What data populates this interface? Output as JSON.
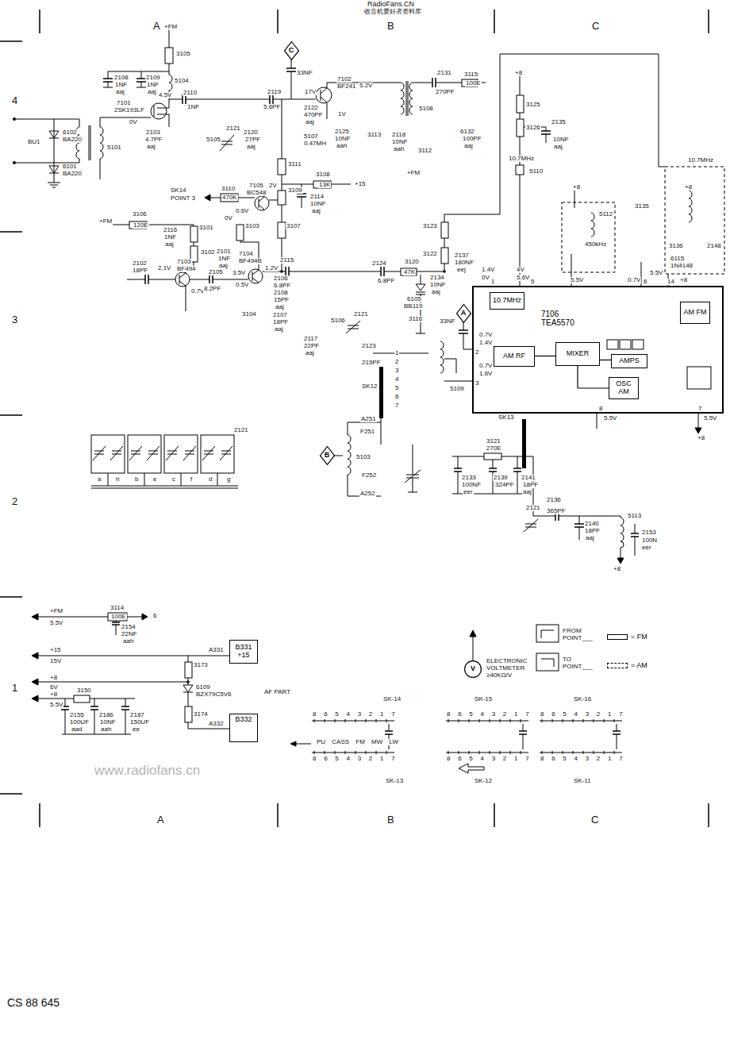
{
  "diagram": {
    "nodes": [
      {
        "text": [
          "C"
        ]
      },
      {
        "text": [
          "7106",
          "TEA5570"
        ]
      },
      {
        "text": [
          "10.7MHz"
        ],
        "in": 1
      },
      {
        "text": [
          "AM FM"
        ],
        "in": 1
      },
      {
        "text": [
          "A"
        ]
      },
      {
        "text": [
          "AM RF"
        ],
        "in": 1
      },
      {
        "text": [
          "MIXER"
        ],
        "in": 1
      },
      {
        "text": [
          "AMPS"
        ],
        "in": 1
      },
      {
        "text": [
          "OSC AM"
        ],
        "in": 1
      },
      {
        "text": [
          "B"
        ]
      },
      {
        "text": [
          "V"
        ]
      },
      {
        "text": [
          "B331",
          "+15"
        ]
      },
      {
        "text": [
          "B332"
        ]
      }
    ],
    "edges": [
      {
        "from": 5,
        "to": 6,
        "arrow": "none"
      },
      {
        "from": 6,
        "to": 7,
        "arrow": "none"
      },
      {
        "from": 8,
        "to": 6,
        "arrow": "none"
      }
    ],
    "labels": [
      "RadioFans.CN",
      "收音机爱好者资料库",
      "A",
      "B",
      "C",
      "4",
      "3",
      "2",
      "1",
      "A",
      "B",
      "C",
      "CS 88 645",
      "www.radiofans.cn",
      "+FM",
      "3105",
      "2108",
      "1NF",
      "aaj",
      "2109",
      "1NF",
      "aaj",
      "5104",
      "7101",
      "2SK193LF",
      "4.5V",
      "2110",
      "1NF",
      "0V",
      "2103",
      "4.7PF",
      "aaj",
      "5101",
      "5105",
      "2121",
      "2120",
      "27PF",
      "aaj",
      "BU1",
      "6102",
      "BA220",
      "6101",
      "BA220",
      "33NF",
      "7102",
      "BF241",
      "5.2V",
      "17V",
      "1V",
      "2119",
      "5.6PF",
      "2122",
      "470PF",
      "aaj",
      "5107",
      "0.47MH",
      "2125",
      "10NF",
      "aah",
      "3113",
      "2118",
      "10NF",
      "aah",
      "3112",
      "+FM",
      "2131",
      "270PF",
      "3115",
      "100E",
      "5108",
      "6132",
      "100PF",
      "aaj",
      "7105",
      "BC548",
      "SK14",
      "POINT 3",
      "3110",
      "470K",
      "0.6V",
      "0V",
      "2V",
      "3111",
      "3109",
      "3108",
      "13K",
      "+15",
      "2114",
      "10NF",
      "aaj",
      "+FM",
      "3106",
      "120E",
      "2116",
      "1NF",
      "aaj",
      "3101",
      "3103",
      "3107",
      "3102",
      "2101",
      "1NF",
      "aaj",
      "7104",
      "BF494B",
      "3.5V",
      "1.2V",
      "2115",
      "2102",
      "18PF",
      "2.1V",
      "7103",
      "BF494",
      "0.7V",
      "2105",
      "8.2PF",
      "0.5V",
      "2106",
      "6.8PF",
      "2108",
      "15PF",
      "aaj",
      "3104",
      "2107",
      "18PF",
      "aaj",
      "2117",
      "22PF",
      "aaj",
      "5106",
      "2121",
      "2124",
      "6.8PF",
      "3120",
      "47K",
      "6105",
      "BB119",
      "3116",
      "3123",
      "3122",
      "2137",
      "180NF",
      "eej",
      "2134",
      "10NF",
      "aaj",
      "+8",
      "3125",
      "3126",
      "2135",
      "10NF",
      "aaj",
      "10.7MHz",
      "5110",
      "+8",
      "3135",
      "5112",
      "450kHz",
      "1.4V",
      "0V",
      "4V",
      "5.6V",
      "1",
      "5",
      "5.5V",
      "0.7V",
      "6",
      "14",
      "5.5V",
      "10.7MHz",
      "+8",
      "3136",
      "6115",
      "1N4148",
      "+8",
      "2148",
      "33NF",
      "0.7V",
      "1.4V",
      "2",
      "0.7V",
      "1.6V",
      "3",
      "2123",
      "215PF",
      "SK12",
      "A251",
      "F251",
      "5103",
      "F252",
      "A252",
      "5109",
      "1",
      "2",
      "3",
      "4",
      "5",
      "6",
      "7",
      "8",
      "5.5V",
      "7",
      "5.5V",
      "+8",
      "SK13",
      "3121",
      "270E",
      "2133",
      "100NF",
      "eer",
      "2139",
      "324PF",
      "2141",
      "18PF",
      "aaj",
      "2136",
      "365PF",
      "2121",
      "2140",
      "18PF",
      "aaj",
      "5113",
      "2153",
      "100N",
      "eer",
      "+8",
      "2121",
      "a",
      "h",
      "b",
      "e",
      "c",
      "f",
      "d",
      "g",
      "+FM",
      "5.5V",
      "3114",
      "100E",
      "6",
      "2154",
      "22NF",
      "aah",
      "+15",
      "15V",
      "A331",
      "3173",
      "+8",
      "6V",
      "+8",
      "5.5V",
      "3150",
      "6109",
      "BZX79C5V6",
      "AF PART",
      "2155",
      "100UF",
      "aad",
      "2186",
      "10NF",
      "aah",
      "2187",
      "150UF",
      "ee",
      "3174",
      "A332",
      "ELECTRONIC VOLTMETER ≥40KΩ/V",
      "FROM POINT___",
      "TO POINT___",
      "SK-14",
      "SK-15",
      "SK-16",
      "8 6 5 4 3 2 1 7",
      "8 6 5 4 3 2 1 7",
      "8 6 5 4 3 2 1 7",
      "8 6 5 4 3 2 1 7",
      "8 6 5 4 3 2 1 7",
      "8 6 5 4 3 2 1 7",
      "PU CASS FM MW LW",
      "SK-13",
      "SK-12",
      "SK-11"
    ],
    "legend": [
      {
        "text": "= FM"
      },
      {
        "text": "= AM"
      }
    ]
  }
}
